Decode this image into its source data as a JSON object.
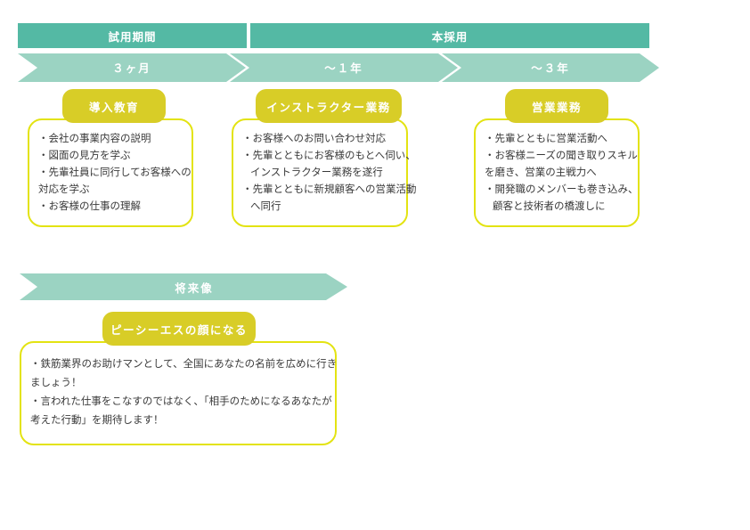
{
  "diagram": {
    "title": "キャリアステップ図",
    "colors": {
      "phase_bar": "#54b9a4",
      "chevron": "#9bd3c2",
      "tab": "#d8cd27",
      "card_border": "#e3e312",
      "text": "#3a3a3a",
      "background": "#ffffff"
    },
    "phases": [
      {
        "label": "試用期間"
      },
      {
        "label": "本採用"
      }
    ],
    "durations": [
      {
        "label": "３ヶ月"
      },
      {
        "label": "〜１年"
      },
      {
        "label": "〜３年"
      }
    ],
    "stages": [
      {
        "tab_label": "導入教育",
        "items": [
          "・会社の事業内容の説明",
          "・図面の見方を学ぶ",
          "・先輩社員に同行してお客様への",
          "対応を学ぶ",
          "・お客様の仕事の理解"
        ]
      },
      {
        "tab_label": "インストラクター業務",
        "items": [
          "・お客様へのお問い合わせ対応",
          "・先輩とともにお客様のもとへ伺い、",
          "インストラクター業務を遂行",
          "・先輩とともに新規顧客への営業活動",
          "へ同行"
        ]
      },
      {
        "tab_label": "営業業務",
        "items": [
          "・先輩とともに営業活動へ",
          "・お客様ニーズの聞き取りスキル",
          "を磨き、営業の主戦力へ",
          "・開発職のメンバーも巻き込み、",
          "顧客と技術者の橋渡しに"
        ]
      }
    ],
    "future": {
      "arrow_label": "将来像",
      "tab_label": "ピーシーエスの顔になる",
      "lines": [
        "・鉄筋業界のお助けマンとして、全国にあなたの名前を広めに行き",
        "ましょう！",
        "・言われた仕事をこなすのではなく、「相手のためになるあなたが",
        "考えた行動」を期待します！"
      ]
    }
  }
}
